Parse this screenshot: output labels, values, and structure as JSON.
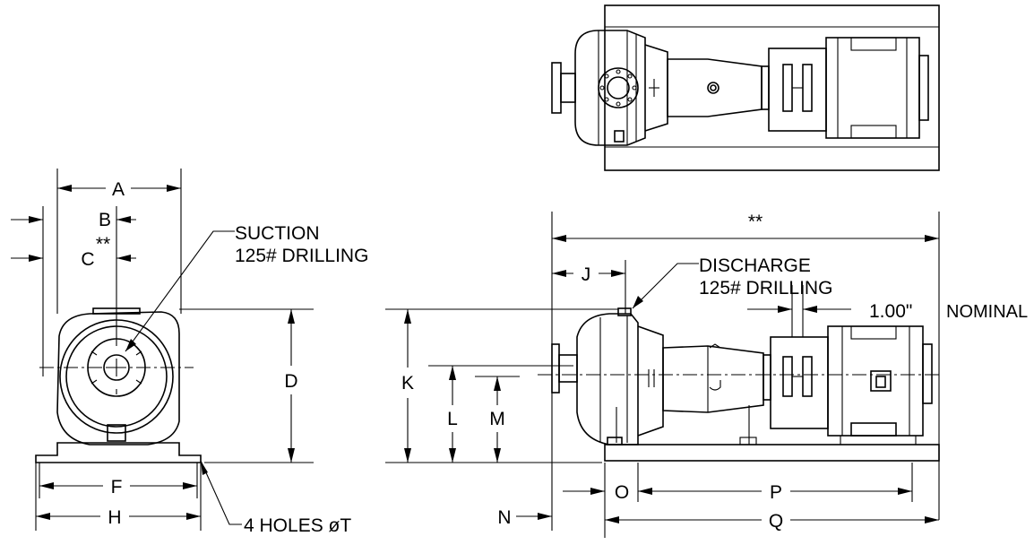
{
  "labels": {
    "a": "A",
    "b": "B",
    "c": "C",
    "c_note": "**",
    "d": "D",
    "f": "F",
    "h": "H",
    "j": "J",
    "k": "K",
    "l": "L",
    "m": "M",
    "n": "N",
    "o": "O",
    "p": "P",
    "q": "Q",
    "overall": "**",
    "suction_1": "SUCTION",
    "suction_2": "125# DRILLING",
    "discharge_1": "DISCHARGE",
    "discharge_2": "125# DRILLING",
    "nominal_value": "1.00\"",
    "nominal_word": "NOMINAL",
    "holes": "4 HOLES øT"
  }
}
